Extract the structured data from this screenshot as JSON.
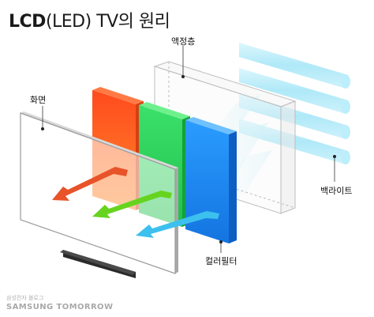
{
  "title": {
    "bold": "LCD",
    "rest": "(LED) TV의 원리"
  },
  "labels": {
    "screen": "화면",
    "liquid_crystal": "액정층",
    "backlight": "백라이트",
    "color_filter": "컬러필터"
  },
  "watermark": {
    "small": "삼성전자 블로그",
    "big": "SAMSUNG TOMORROW"
  },
  "colors": {
    "red_filter": "#ff5a2c",
    "green_filter": "#2fd35a",
    "blue_filter": "#1e8ef0",
    "backlight": "#aeeaf8",
    "arrow_red": "#e8532a",
    "arrow_green": "#66d41e",
    "arrow_blue": "#3cc0ee"
  }
}
